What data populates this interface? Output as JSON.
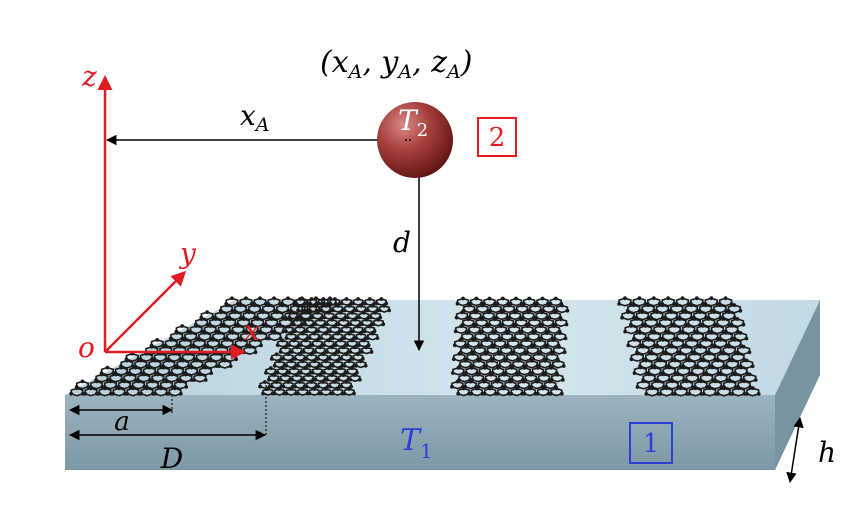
{
  "labels": {
    "point": "(x_A, y_A, z_A)",
    "axis_z": "z",
    "axis_y": "y",
    "axis_x": "x",
    "origin": "o",
    "xA": "x_A",
    "d": "d",
    "a": "a",
    "D": "D",
    "h": "h",
    "T1_base": "T",
    "T1_sub": "1",
    "T2_base": "T",
    "T2_sub": "2",
    "box1": "1",
    "box2": "2"
  },
  "colors": {
    "axes": "#e31b23",
    "substrate_top": "#c9dde6",
    "substrate_front": "#8fa6b1",
    "substrate_side": "#7894a0",
    "sphere": "#9b2f2f",
    "graphene": "#1c1c1c",
    "blue_label": "#2f3fd6",
    "red_label": "#e31b23"
  },
  "ribbons": 4
}
